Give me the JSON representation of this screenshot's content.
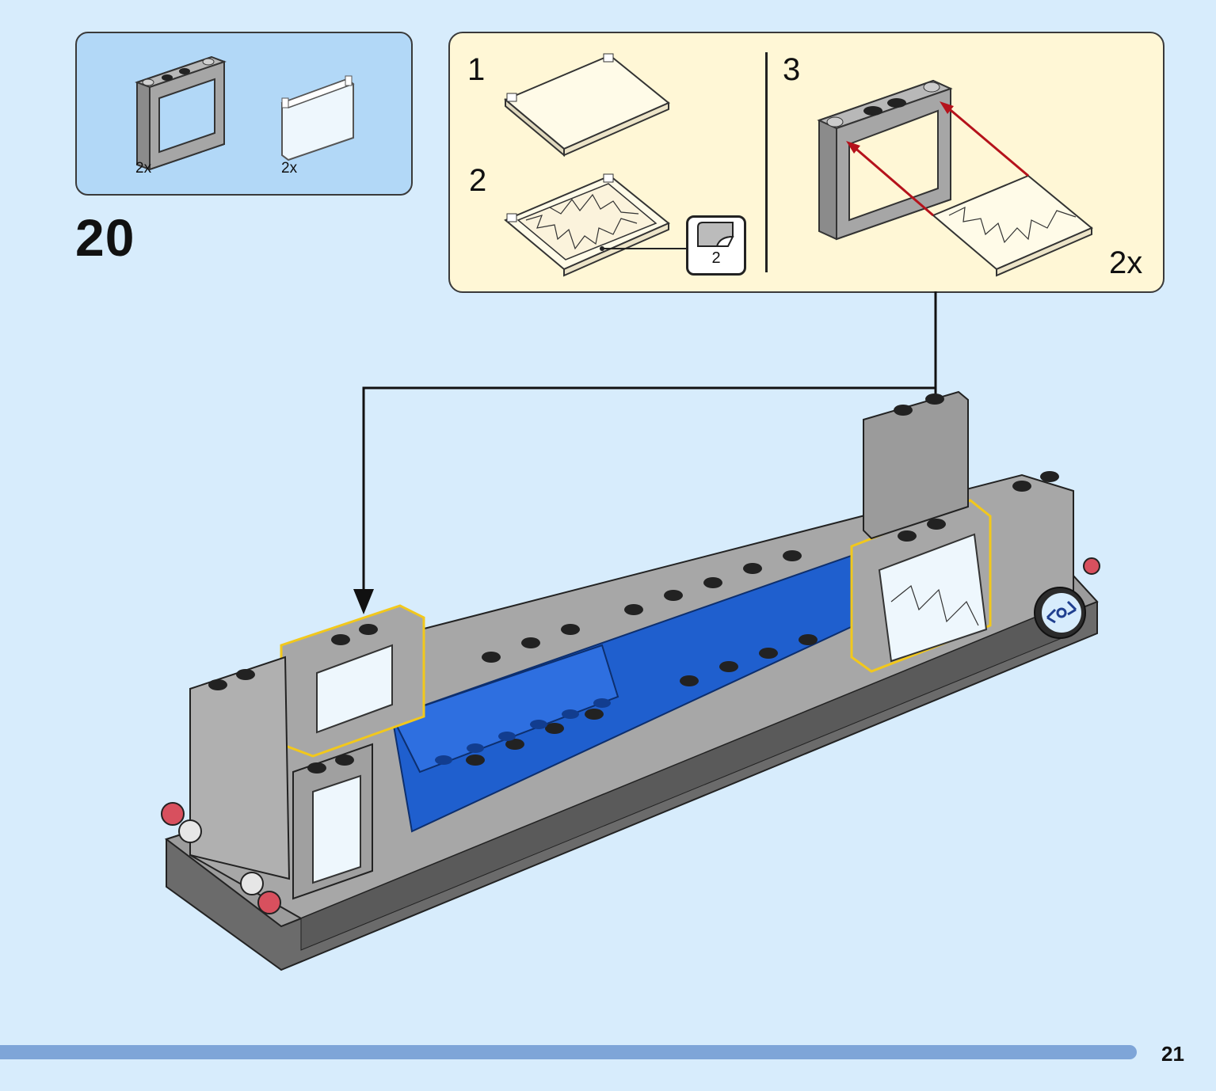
{
  "parts": {
    "window_frame": {
      "qty": "2x",
      "color": "#9a9a9a"
    },
    "window_glass": {
      "qty": "2x",
      "color": "#e8f4fc"
    }
  },
  "step": {
    "number": "20"
  },
  "substeps": {
    "step1_label": "1",
    "step2_label": "2",
    "step3_label": "3",
    "multiplier": "2x",
    "sticker_number": "2"
  },
  "colors": {
    "background": "#d7ecfc",
    "parts_box": "#b2d8f7",
    "substep_box": "#fff7d6",
    "model_blue": "#1f5fce",
    "model_grey": "#a7a7a7",
    "highlight": "#f2c81c",
    "arrow_red": "#b5121b",
    "progress": "#7ea5d8"
  },
  "page": {
    "number": "21"
  }
}
